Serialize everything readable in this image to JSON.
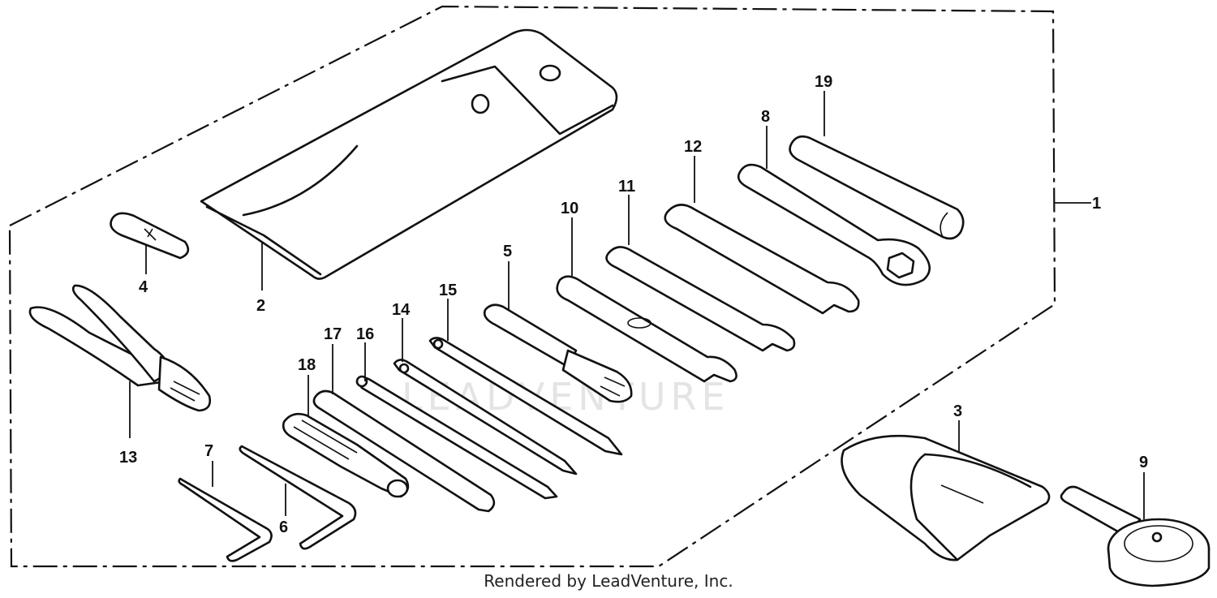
{
  "callouts": {
    "c1": "1",
    "c2": "2",
    "c3": "3",
    "c4": "4",
    "c5": "5",
    "c6": "6",
    "c7": "7",
    "c8": "8",
    "c9": "9",
    "c10": "10",
    "c11": "11",
    "c12": "12",
    "c13": "13",
    "c14": "14",
    "c15": "15",
    "c16": "16",
    "c17": "17",
    "c18": "18",
    "c19": "19"
  },
  "watermark": "LEADVENTURE",
  "footer": "Rendered by LeadVenture, Inc."
}
